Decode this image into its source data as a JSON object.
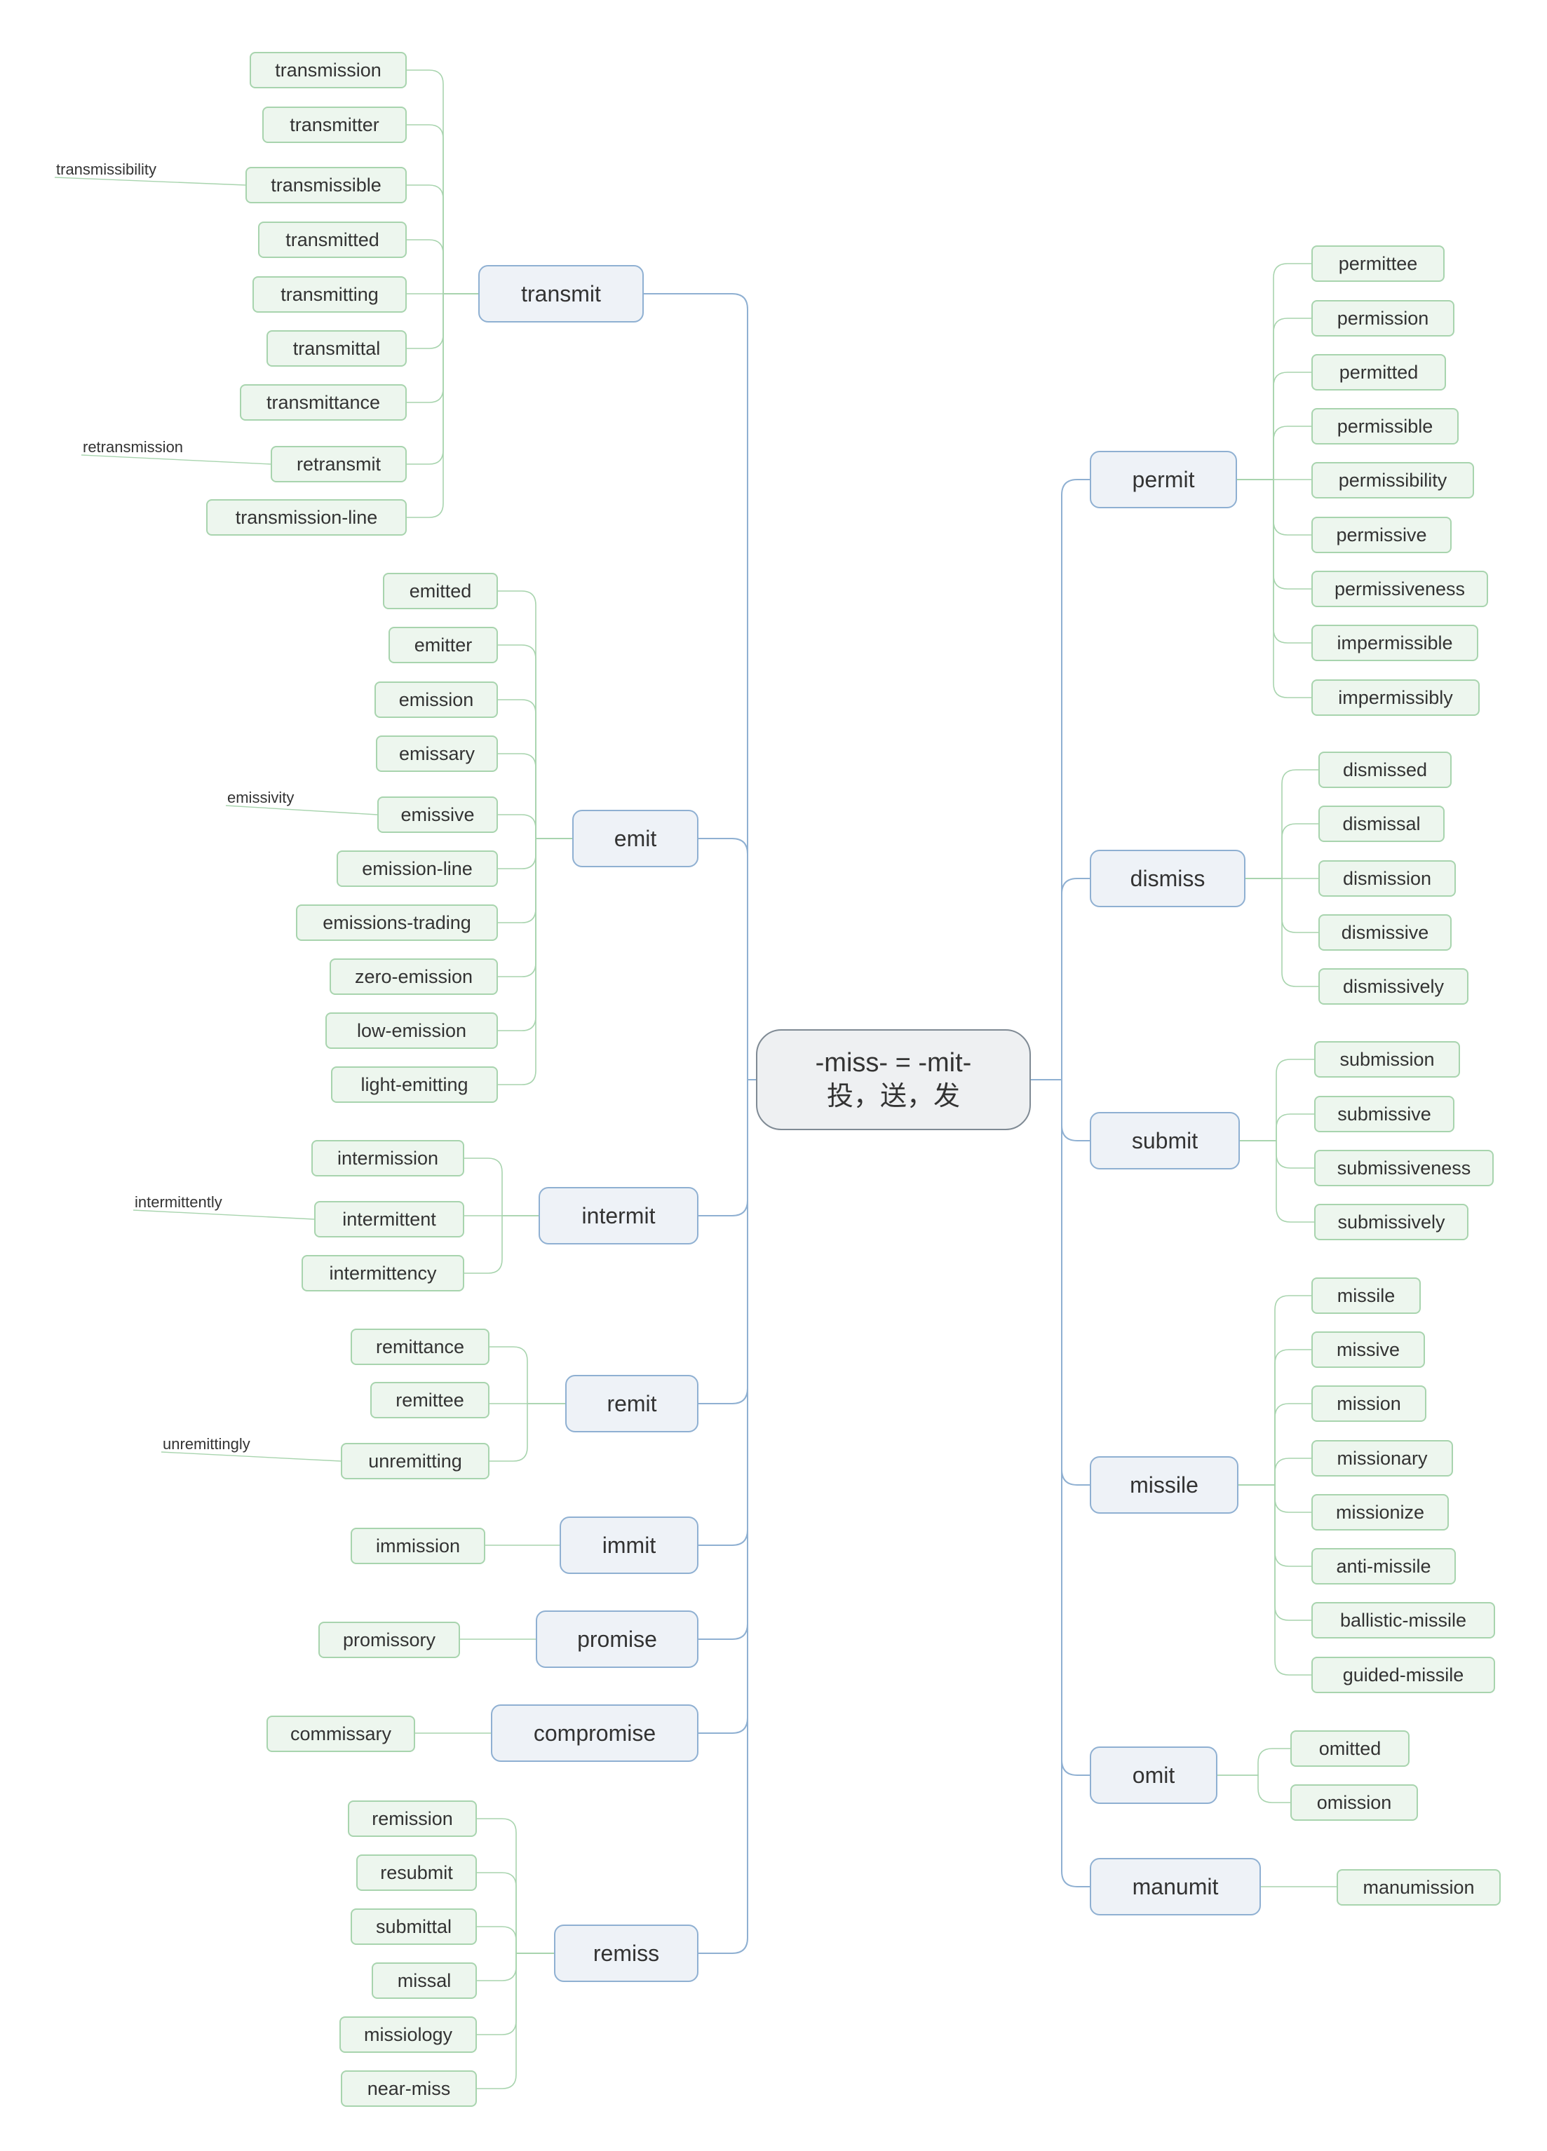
{
  "root": {
    "line1": "-miss- = -mit-",
    "line2": "投，送，发"
  },
  "colors": {
    "main_line": "#8fb0d2",
    "sub_line": "#a8d4ae",
    "root_border": "#7f8a94"
  },
  "left": [
    {
      "label": "transmit",
      "children": [
        {
          "label": "transmission"
        },
        {
          "label": "transmitter"
        },
        {
          "label": "transmissible",
          "note": "transmissibility"
        },
        {
          "label": "transmitted"
        },
        {
          "label": "transmitting"
        },
        {
          "label": "transmittal"
        },
        {
          "label": "transmittance"
        },
        {
          "label": "retransmit",
          "note": "retransmission"
        },
        {
          "label": "transmission-line"
        }
      ]
    },
    {
      "label": "emit",
      "children": [
        {
          "label": "emitted"
        },
        {
          "label": "emitter"
        },
        {
          "label": "emission"
        },
        {
          "label": "emissary"
        },
        {
          "label": "emissive",
          "note": "emissivity"
        },
        {
          "label": "emission-line"
        },
        {
          "label": "emissions-trading"
        },
        {
          "label": "zero-emission"
        },
        {
          "label": "low-emission"
        },
        {
          "label": "light-emitting"
        }
      ]
    },
    {
      "label": "intermit",
      "children": [
        {
          "label": "intermission"
        },
        {
          "label": "intermittent",
          "note": "intermittently"
        },
        {
          "label": "intermittency"
        }
      ]
    },
    {
      "label": "remit",
      "children": [
        {
          "label": "remittance"
        },
        {
          "label": "remittee"
        },
        {
          "label": "unremitting",
          "note": "unremittingly"
        }
      ]
    },
    {
      "label": "immit",
      "children": [
        {
          "label": "immission"
        }
      ]
    },
    {
      "label": "promise",
      "children": [
        {
          "label": "promissory"
        }
      ]
    },
    {
      "label": "compromise",
      "children": [
        {
          "label": "commissary"
        }
      ]
    },
    {
      "label": "remiss",
      "children": [
        {
          "label": "remission"
        },
        {
          "label": "resubmit"
        },
        {
          "label": "submittal"
        },
        {
          "label": "missal"
        },
        {
          "label": "missiology"
        },
        {
          "label": "near-miss"
        }
      ]
    }
  ],
  "right": [
    {
      "label": "permit",
      "children": [
        {
          "label": "permittee"
        },
        {
          "label": "permission"
        },
        {
          "label": "permitted"
        },
        {
          "label": "permissible"
        },
        {
          "label": "permissibility"
        },
        {
          "label": "permissive"
        },
        {
          "label": "permissiveness"
        },
        {
          "label": "impermissible"
        },
        {
          "label": "impermissibly"
        }
      ]
    },
    {
      "label": "dismiss",
      "children": [
        {
          "label": "dismissed"
        },
        {
          "label": "dismissal"
        },
        {
          "label": "dismission"
        },
        {
          "label": "dismissive"
        },
        {
          "label": "dismissively"
        }
      ]
    },
    {
      "label": "submit",
      "children": [
        {
          "label": "submission"
        },
        {
          "label": "submissive"
        },
        {
          "label": "submissiveness"
        },
        {
          "label": "submissively"
        }
      ]
    },
    {
      "label": "missile",
      "children": [
        {
          "label": "missile"
        },
        {
          "label": "missive"
        },
        {
          "label": "mission"
        },
        {
          "label": "missionary"
        },
        {
          "label": "missionize"
        },
        {
          "label": "anti-missile"
        },
        {
          "label": "ballistic-missile"
        },
        {
          "label": "guided-missile"
        }
      ]
    },
    {
      "label": "omit",
      "children": [
        {
          "label": "omitted"
        },
        {
          "label": "omission"
        }
      ]
    },
    {
      "label": "manumit",
      "children": [
        {
          "label": "manumission"
        }
      ]
    }
  ]
}
